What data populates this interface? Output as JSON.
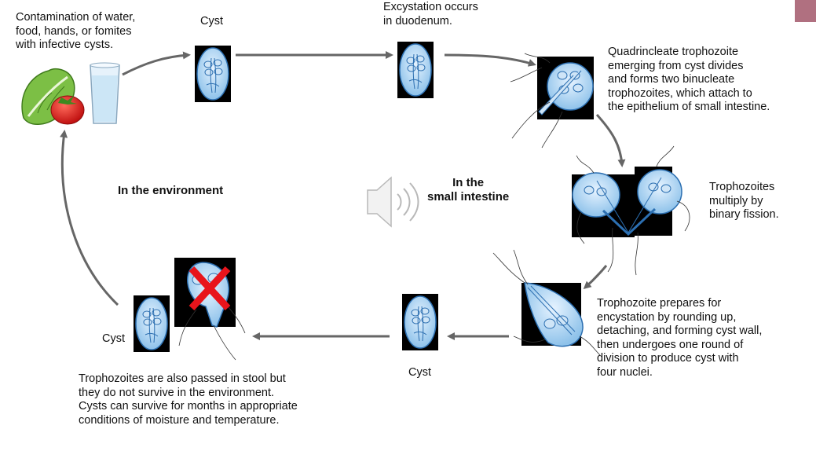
{
  "labels": {
    "contamination": "Contamination of water,\nfood, hands, or fomites\nwith infective cysts.",
    "cyst_top": "Cyst",
    "excystation": "Excystation occurs\nin duodenum.",
    "quadrinucleate": "Quadrincleate trophozoite\nemerging from cyst divides\nand forms two binucleate\ntrophozoites, which attach to\nthe epithelium of small intestine.",
    "in_environment": "In the environment",
    "in_small_intestine": "In the\nsmall intestine",
    "multiply": "Trophozoites\nmultiply by\nbinary fission.",
    "encystation": "Trophozoite prepares for\nencystation by rounding up,\ndetaching, and forming cyst wall,\nthen undergoes one round of\ndivision to produce cyst with\nfour nuclei.",
    "cyst_bottom": "Cyst",
    "cyst_left": "Cyst",
    "stool_note": "Trophozoites are also passed in stool but\nthey do not survive in the environment.\nCysts can survive for months in appropriate\nconditions of moisture and temperature."
  },
  "icons": {
    "speaker": "speaker-audio-icon",
    "not_survive": "red-x-icon"
  },
  "colors": {
    "cyst_fill": "#b9d9f2",
    "cyst_stroke": "#2c6fb1",
    "arrow": "#666666",
    "x_mark": "#e8141b",
    "corner_tab": "#b07080",
    "tomato": "#d81f1f",
    "lettuce": "#6fae3b"
  }
}
